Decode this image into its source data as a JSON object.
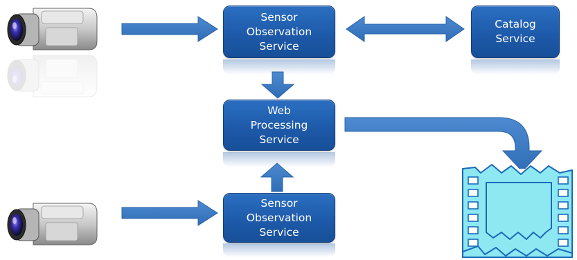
{
  "diagram": {
    "boxes": {
      "sos_top": {
        "lines": [
          "Sensor",
          "Observation",
          "Service"
        ]
      },
      "catalog": {
        "lines": [
          "Catalog",
          "Service"
        ]
      },
      "wps": {
        "lines": [
          "Web",
          "Processing",
          "Service"
        ]
      },
      "sos_bottom": {
        "lines": [
          "Sensor",
          "Observation",
          "Service"
        ]
      }
    },
    "icons": {
      "camera_top": "video-camera-icon",
      "camera_bottom": "video-camera-icon",
      "film": "film-strip-icon"
    },
    "colors": {
      "box": "#1e5aaa",
      "arrow": "#3a78c2",
      "film_fill": "#8ee8f2",
      "film_stroke": "#1b6ab8"
    }
  }
}
